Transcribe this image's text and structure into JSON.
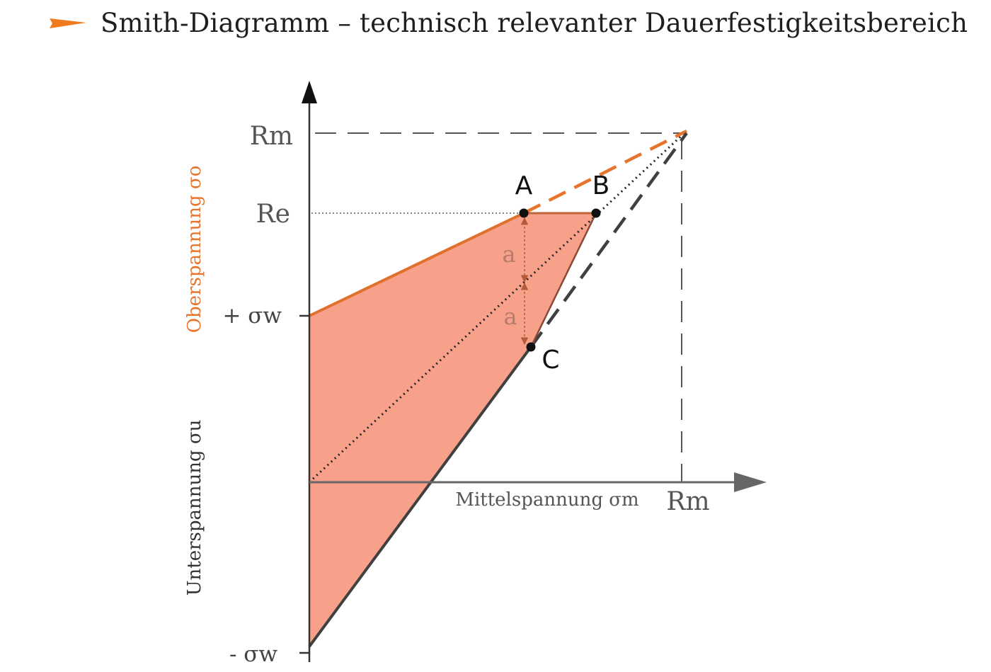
{
  "title": {
    "text": "Smith-Diagramm – technisch relevanter Dauerfestigkeitsbereich",
    "bullet_icon": "orange-triangle-bullet-icon",
    "bullet_color": "#f07a1e"
  },
  "diagram": {
    "y_tick_rm": "Rm",
    "y_tick_re": "Re",
    "y_tick_plus_sw": "+ σw",
    "y_tick_minus_sw": "- σw",
    "y_axis_label_upper": "Oberspannung σo",
    "y_axis_label_lower": "Unterspannung σu",
    "x_axis_label": "Mittelspannung σm",
    "x_tick_rm": "Rm",
    "point_a": "A",
    "point_b": "B",
    "point_c": "C",
    "dim_a_upper": "a",
    "dim_a_lower": "a",
    "colors": {
      "fill_region": "#f8a18a",
      "upper_line": "#e0712c",
      "orange_dashed": "#e8732a",
      "dark_line": "#404040",
      "axis": "#555555",
      "upper_label": "#e8732a",
      "lower_label": "#333333",
      "dim_arrow": "#b35a3a"
    }
  }
}
